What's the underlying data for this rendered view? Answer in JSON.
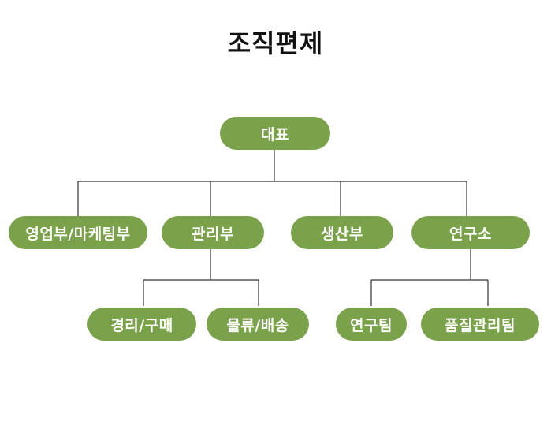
{
  "title": "조직편제",
  "colors": {
    "node": "#7aa24a",
    "line": "#333333"
  },
  "org": {
    "ceo": "대표",
    "departments": [
      {
        "label": "영업부/마케팅부",
        "teams": []
      },
      {
        "label": "관리부",
        "teams": [
          "경리/구매",
          "물류/배송"
        ]
      },
      {
        "label": "생산부",
        "teams": []
      },
      {
        "label": "연구소",
        "teams": [
          "연구팀",
          "품질관리팀"
        ]
      }
    ]
  }
}
